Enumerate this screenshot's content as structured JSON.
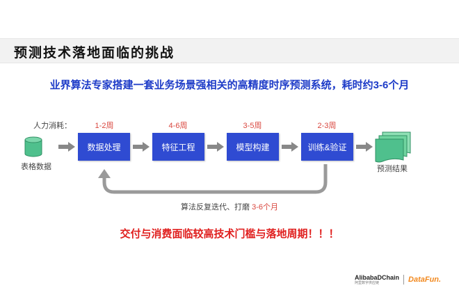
{
  "title": "预测技术落地面临的挑战",
  "subtitle": "业界算法专家搭建一套业务场景强相关的高精度时序预测系统，耗时约3-6个月",
  "manpower_label": "人力消耗：",
  "input": {
    "label": "表格数据",
    "color": "#4fc08d"
  },
  "steps": [
    {
      "label": "数据处理",
      "duration": "1-2周"
    },
    {
      "label": "特征工程",
      "duration": "4-6周"
    },
    {
      "label": "模型构建",
      "duration": "3-5周"
    },
    {
      "label": "训练&验证",
      "duration": "2-3周"
    }
  ],
  "output": {
    "label": "预测结果",
    "color": "#4fc08d"
  },
  "iteration": {
    "prefix": "算法反复迭代、打磨 ",
    "highlight": "3-6个月"
  },
  "conclusion": "交付与消费面临较高技术门槛与落地周期！！！",
  "footer": {
    "alibaba": "Alibaba",
    "alibaba_suffix": "DChain",
    "alibaba_sub": "阿里数字供应链",
    "datafun": "DataFun."
  },
  "colors": {
    "step": "#2f4bd2",
    "subtitle": "#1e3cc8",
    "alert": "#e0201f",
    "duration": "#d9463e",
    "arrow": "#888888"
  }
}
